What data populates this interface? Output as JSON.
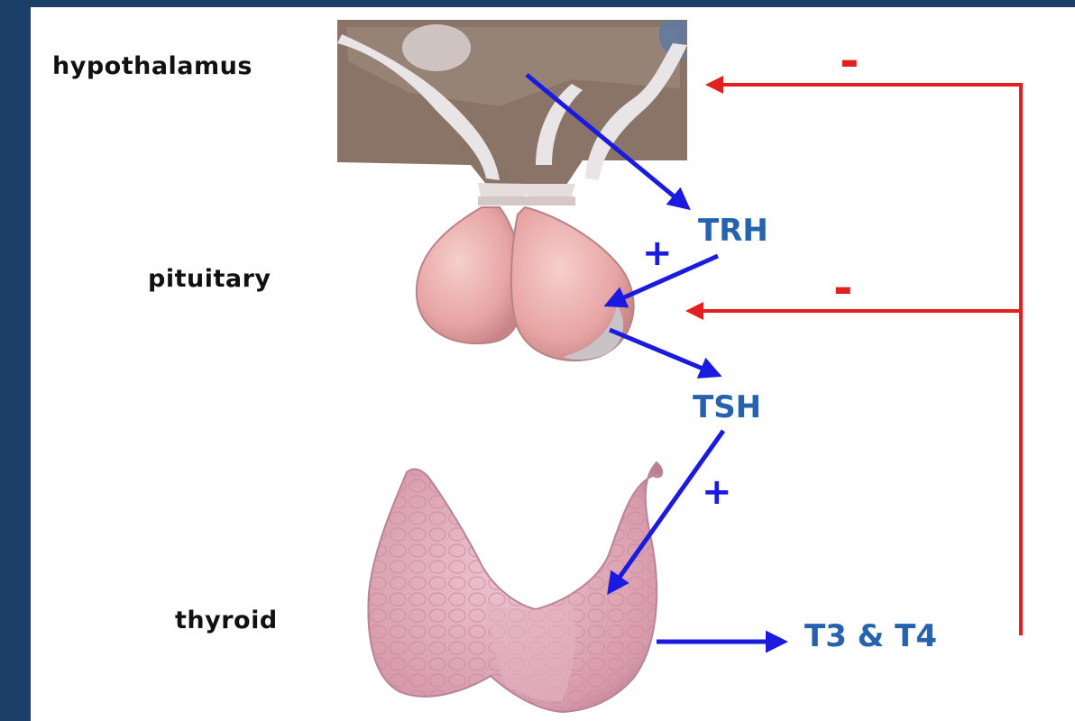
{
  "labels": {
    "hypothalamus": "hypothalamus",
    "pituitary": "pituitary",
    "thyroid": "thyroid"
  },
  "hormones": {
    "trh": "TRH",
    "tsh": "TSH",
    "t3_t4": "T3 & T4"
  },
  "signs": {
    "plus_trh": "+",
    "plus_tsh": "+",
    "minus_hypothalamus": "-",
    "minus_pituitary": "-"
  },
  "colors": {
    "frame": "#1c3f6a",
    "stimulation_arrow": "#1a1ae0",
    "inhibition_arrow": "#e32020",
    "hormone_text": "#2563ae"
  }
}
